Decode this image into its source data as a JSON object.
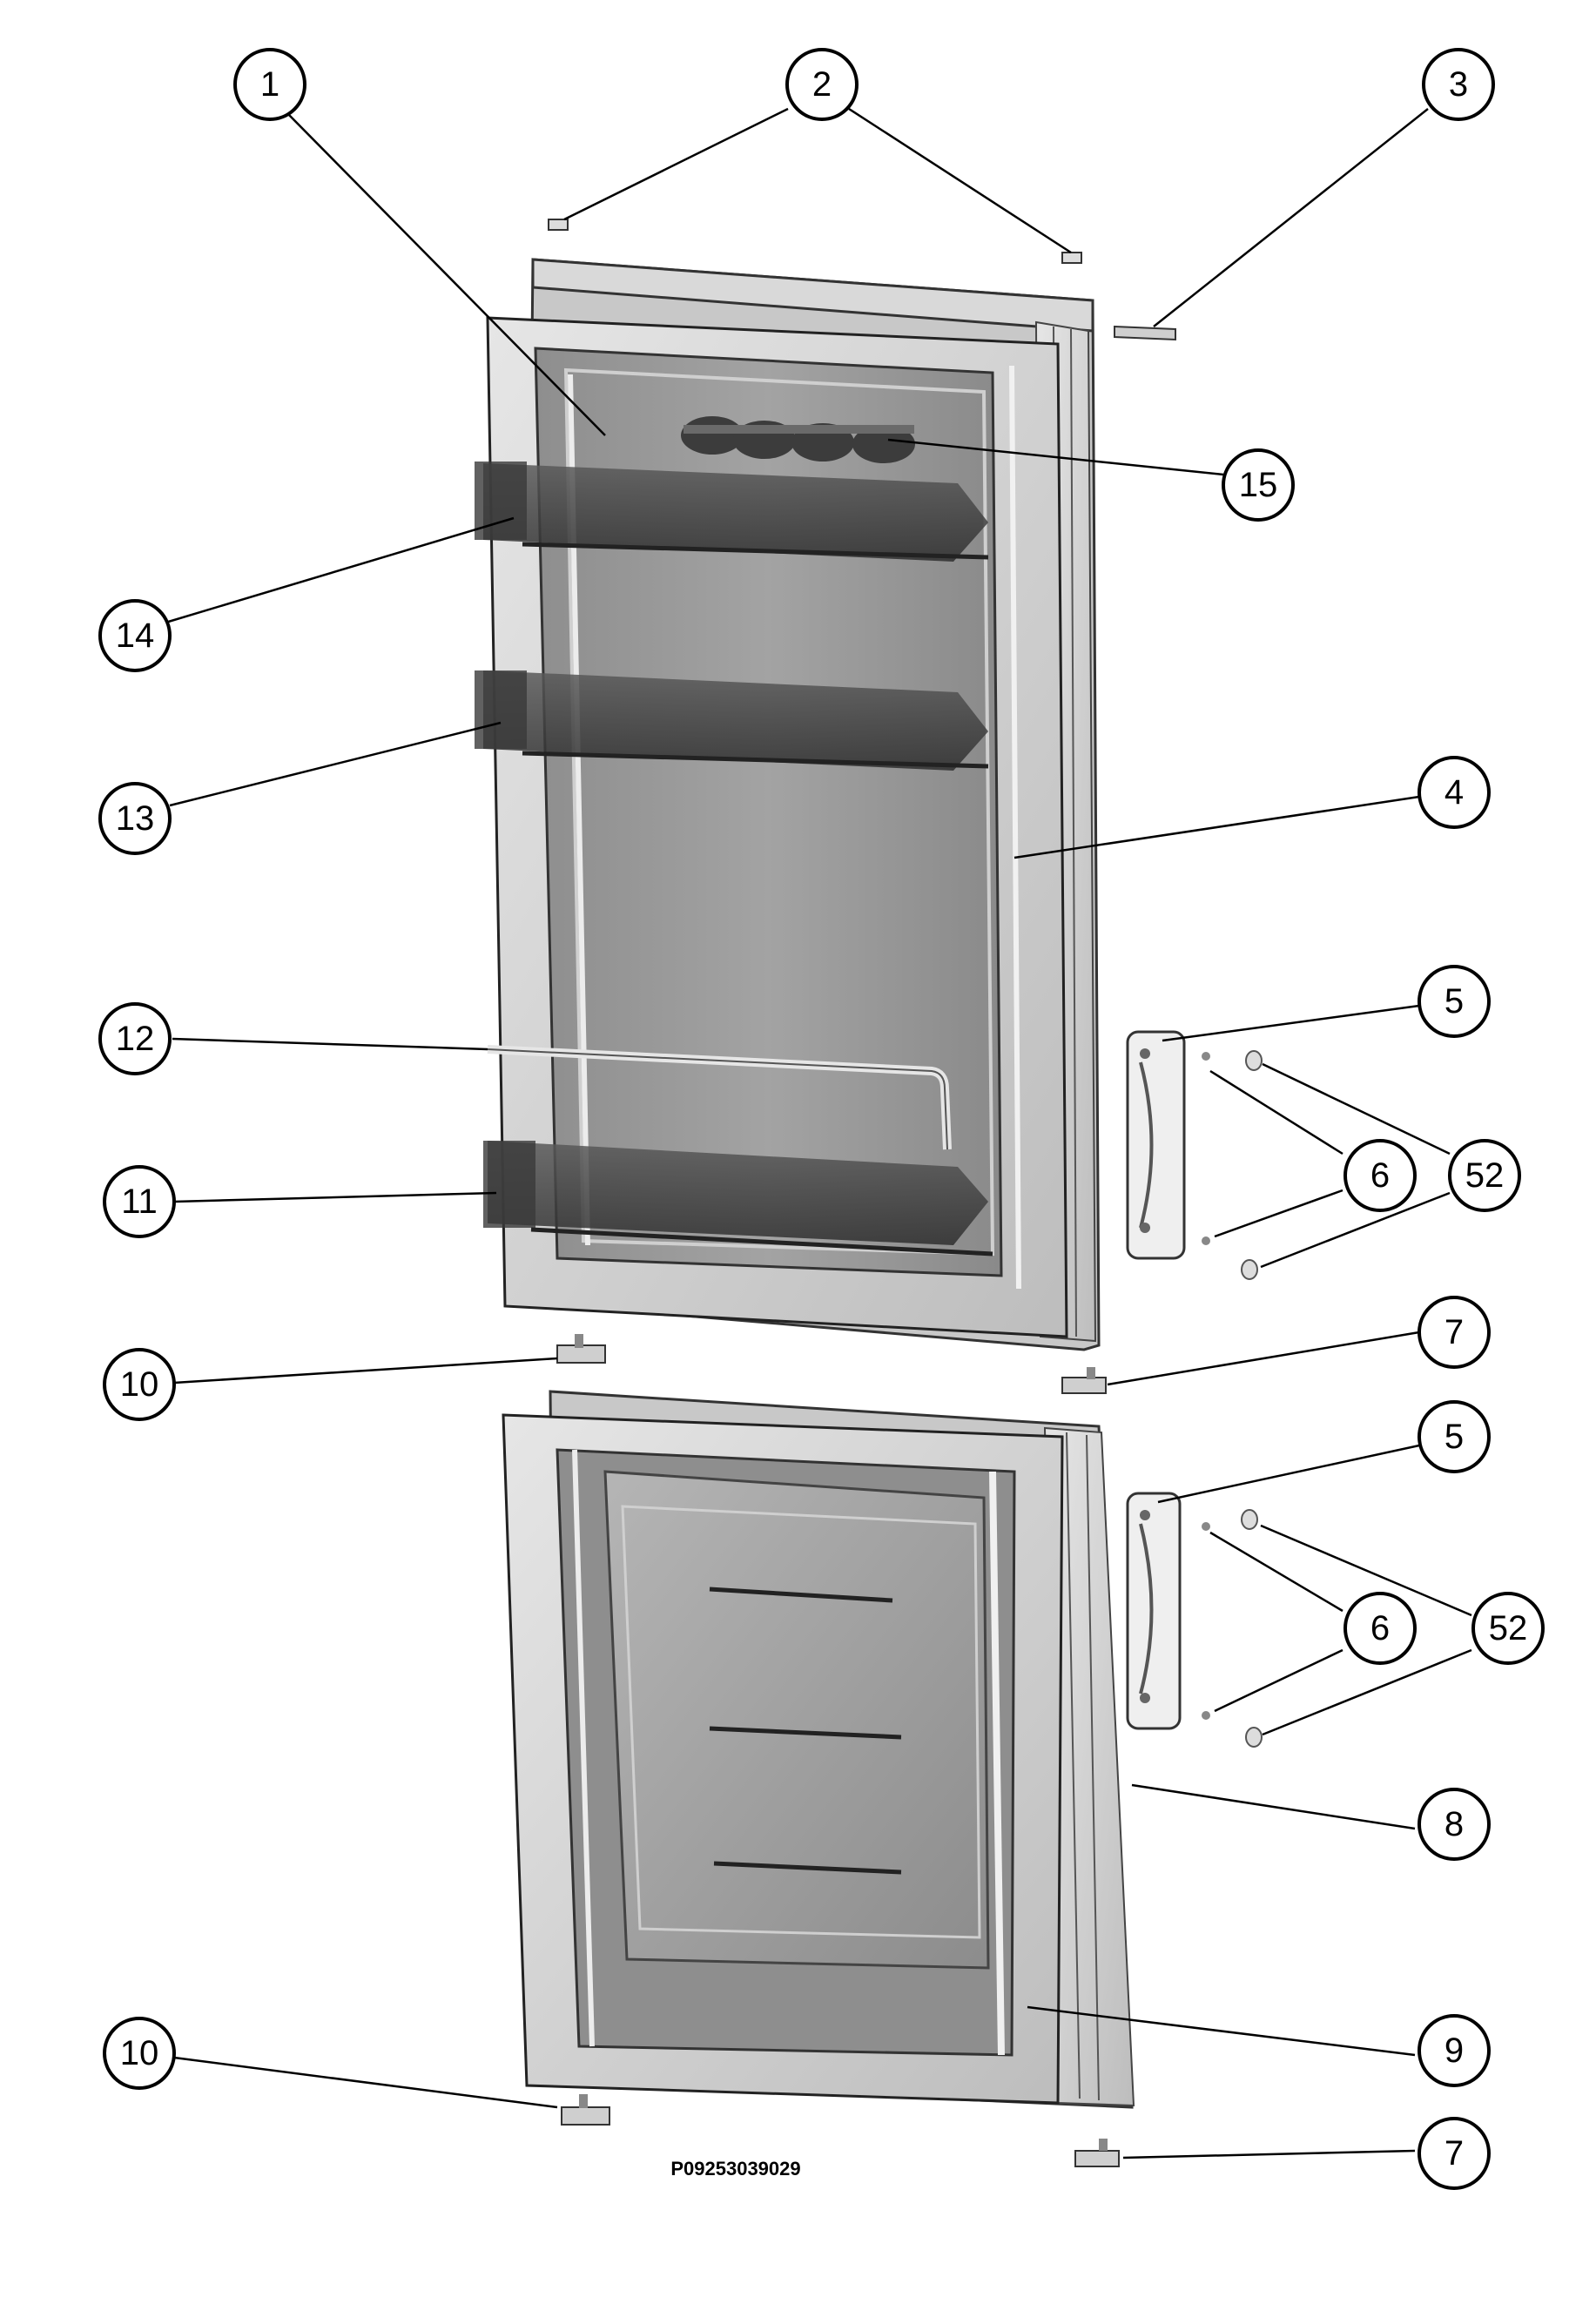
{
  "drawing": {
    "code": "P09253039029",
    "callouts": [
      {
        "id": "c1",
        "label": "1"
      },
      {
        "id": "c2",
        "label": "2"
      },
      {
        "id": "c3",
        "label": "3"
      },
      {
        "id": "c4",
        "label": "4"
      },
      {
        "id": "c5a",
        "label": "5"
      },
      {
        "id": "c6a",
        "label": "6"
      },
      {
        "id": "c52a",
        "label": "52"
      },
      {
        "id": "c7a",
        "label": "7"
      },
      {
        "id": "c5b",
        "label": "5"
      },
      {
        "id": "c6b",
        "label": "6"
      },
      {
        "id": "c52b",
        "label": "52"
      },
      {
        "id": "c8",
        "label": "8"
      },
      {
        "id": "c9",
        "label": "9"
      },
      {
        "id": "c7b",
        "label": "7"
      },
      {
        "id": "c10a",
        "label": "10"
      },
      {
        "id": "c10b",
        "label": "10"
      },
      {
        "id": "c11",
        "label": "11"
      },
      {
        "id": "c12",
        "label": "12"
      },
      {
        "id": "c13",
        "label": "13"
      },
      {
        "id": "c14",
        "label": "14"
      },
      {
        "id": "c15",
        "label": "15"
      }
    ]
  }
}
